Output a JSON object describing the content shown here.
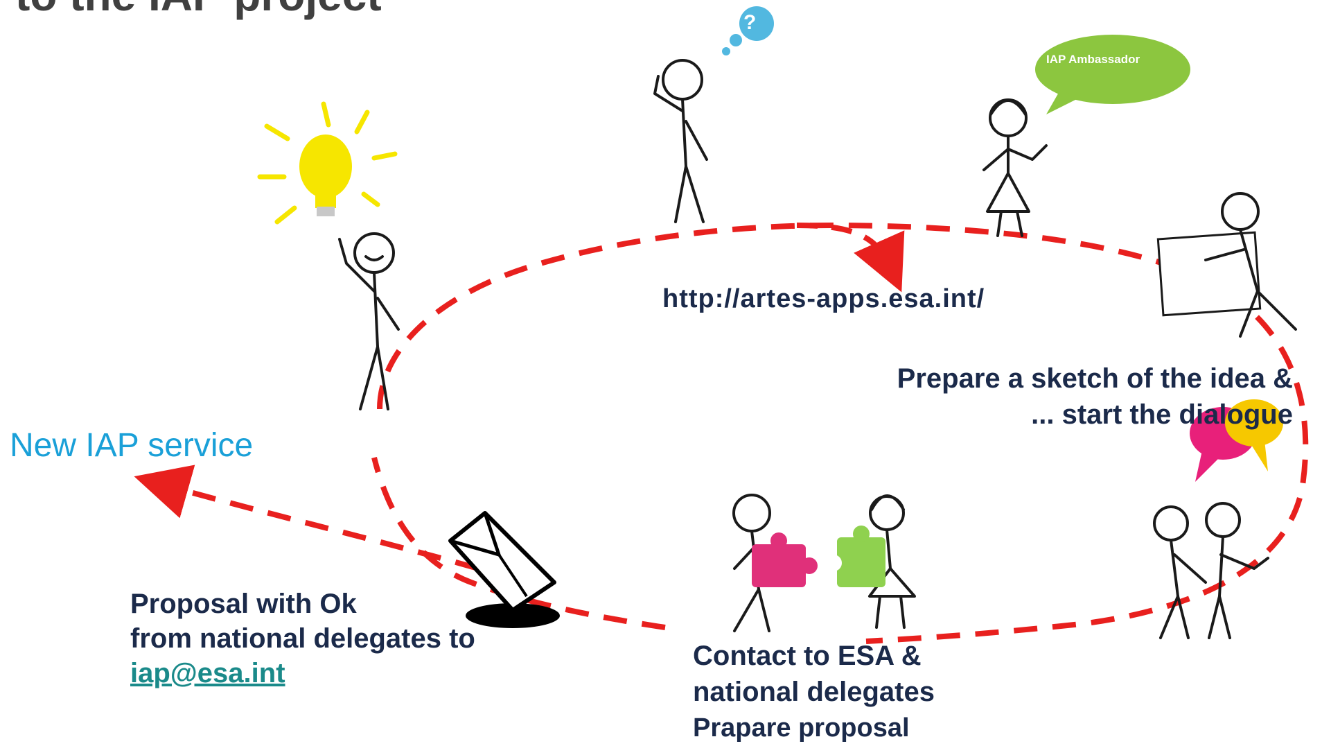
{
  "title": "to the IAP project",
  "speech_bubble": {
    "text": "IAP Ambassador",
    "color": "#8cc63f"
  },
  "question_bubble": {
    "text": "?",
    "color": "#52b8e0"
  },
  "url": "http://artes-apps.esa.int/",
  "sketch_step": {
    "line1": "Prepare a sketch of the idea &",
    "line2": "... start the dialogue"
  },
  "new_service": "New IAP service",
  "proposal": {
    "line1": "Proposal with Ok",
    "line2": "from national delegates to",
    "email": "iap@esa.int"
  },
  "contact": {
    "line1": "Contact to ESA &",
    "line2": "national delegates",
    "line3": "Prapare proposal"
  },
  "colors": {
    "dash_arrow": "#e8201e",
    "text_dark": "#1b2a4a",
    "service_blue": "#1aa0d8",
    "link": "#1a8a8a",
    "bulb": "#f6e600",
    "puzzle_pink": "#e0307a",
    "puzzle_green": "#8fd14f",
    "chat_pink": "#e8207a",
    "chat_yellow": "#f6c800"
  },
  "icons": [
    "lightbulb-icon",
    "question-bubble-icon",
    "speech-bubble-icon",
    "envelope-icon",
    "puzzle-icon",
    "chat-bubbles-icon"
  ]
}
